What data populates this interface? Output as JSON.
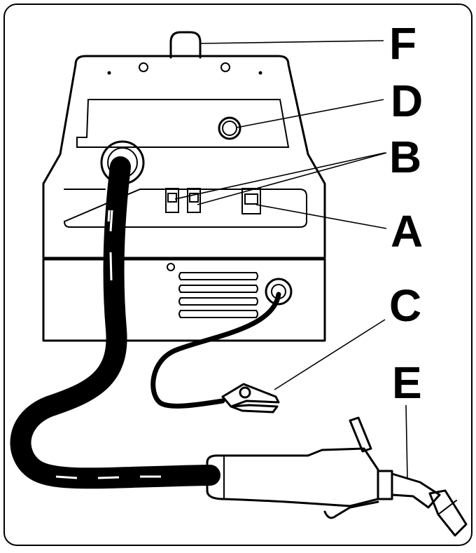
{
  "figure": {
    "callouts": [
      {
        "id": "F",
        "label": "F"
      },
      {
        "id": "D",
        "label": "D"
      },
      {
        "id": "B",
        "label": "B"
      },
      {
        "id": "A",
        "label": "A"
      },
      {
        "id": "C",
        "label": "C"
      },
      {
        "id": "E",
        "label": "E"
      }
    ]
  },
  "colors": {
    "line": "#000000",
    "background": "#ffffff"
  }
}
